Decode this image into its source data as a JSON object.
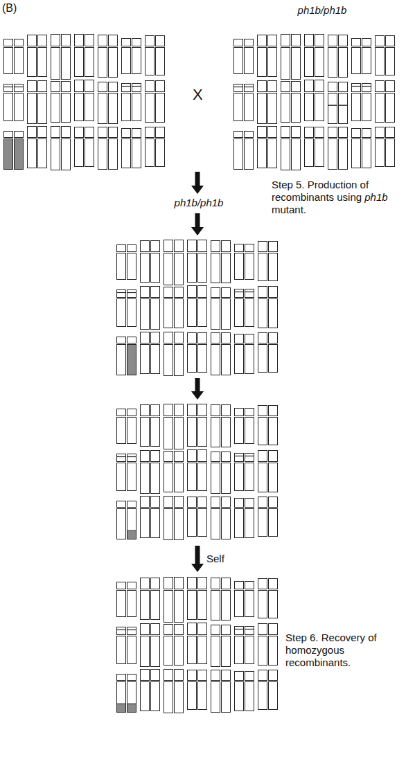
{
  "diagram": {
    "labels": [
      "(B)",
      "ph1b/ph1b",
      "X",
      "Step 5. Production of recombinants using ph1b mutant.",
      "ph1b/ph1b",
      "Self",
      "Step 6. Recovery of homozygous recombinants."
    ]
  }
}
